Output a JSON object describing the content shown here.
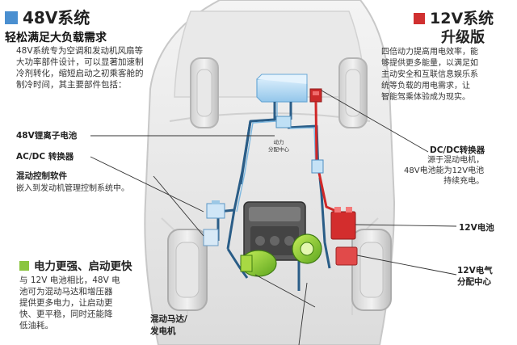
{
  "colors": {
    "accent_48v": "#4a8fd0",
    "accent_12v": "#d03030",
    "accent_green": "#8bc540",
    "wire_blue": "#2a5d87",
    "wire_red": "#d02828"
  },
  "header_48v": {
    "title": "48V系统",
    "subtitle": "轻松满足大负载需求",
    "description": "48V系统专为空调和发动机风扇等\n大功率部件设计，可以显著加速制\n冷剂转化，缩短启动之初乘客舱的\n制冷时间，其主要部件包括："
  },
  "header_12v": {
    "title": "12V系统",
    "subtitle": "升级版",
    "description": "四倍动力提高用电效率，能\n够提供更多能量，以满足如\n主动安全和互联信息娱乐系\n统等负载的用电需求，让\n智能驾乘体验成为现实。"
  },
  "labels": {
    "battery_48v": "48V锂离子电池",
    "acdc": "AC/DC 转换器",
    "software": "混动控制软件",
    "software_note": "嵌入到发动机管理控制系统中。",
    "dcdc": "DC/DC转换器",
    "dcdc_note": "源于混动电机，\n48V电池能为12V电池\n持续充电。",
    "battery_12v": "12V电池",
    "distribution_12v": "12V电气\n分配中心",
    "motor": "混动马达/\n发电机",
    "power_center": "动力\n分配中心"
  },
  "green_section": {
    "title": "电力更强、启动更快",
    "description": "与 12V 电池相比，48V 电\n池可为混动马达和增压器\n提供更多电力，让启动更\n快、更平稳，同时还能降\n低油耗。"
  }
}
